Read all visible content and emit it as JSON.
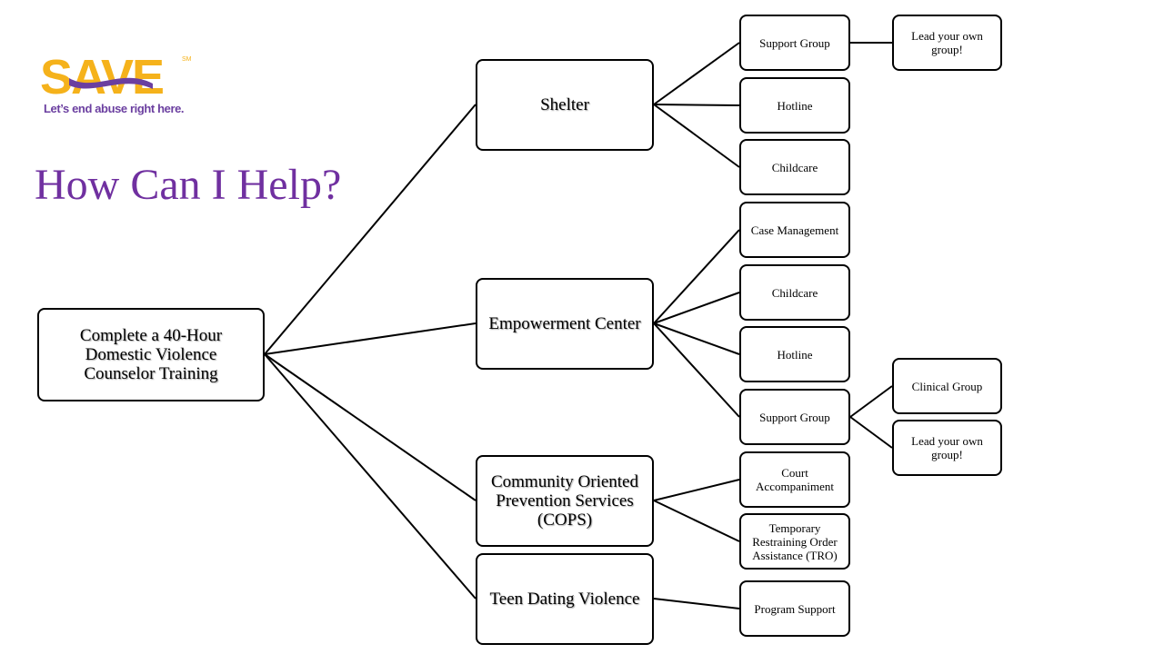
{
  "logo": {
    "wordmark": "SAVE",
    "sm": "SM",
    "tagline": "Let’s end abuse right here."
  },
  "title": "How Can I Help?",
  "colors": {
    "title": "#7030a0",
    "logo_gold": "#f5b21b",
    "logo_purple": "#6b3fa0",
    "logo_tagline": "#6b3fa0",
    "line": "#000000",
    "box_border": "#000000"
  },
  "diagram": {
    "root": "Complete a 40-Hour Domestic Violence Counselor Training",
    "branches": [
      {
        "label": "Shelter",
        "children": [
          {
            "label": "Support Group",
            "children": [
              "Lead your own group!"
            ]
          },
          {
            "label": "Hotline"
          },
          {
            "label": "Childcare"
          }
        ]
      },
      {
        "label": "Empowerment Center",
        "children": [
          {
            "label": "Case Management"
          },
          {
            "label": "Childcare"
          },
          {
            "label": "Hotline"
          },
          {
            "label": "Support Group",
            "children": [
              "Clinical Group",
              "Lead your own group!"
            ]
          }
        ]
      },
      {
        "label": "Community Oriented Prevention Services (COPS)",
        "children": [
          {
            "label": "Court Accompaniment"
          },
          {
            "label": "Temporary Restraining Order Assistance (TRO)"
          }
        ]
      },
      {
        "label": "Teen Dating Violence",
        "children": [
          {
            "label": "Program Support"
          }
        ]
      }
    ]
  }
}
